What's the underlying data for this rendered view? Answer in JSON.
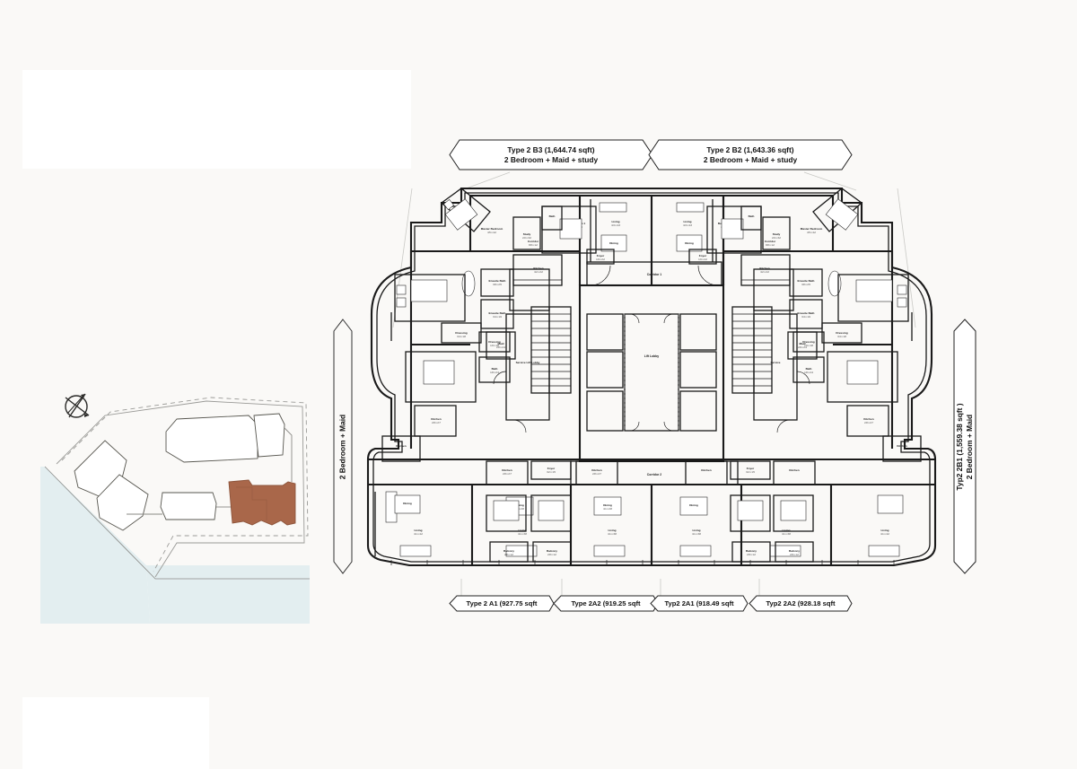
{
  "document": {
    "type": "architectural-floor-plan",
    "background_color": "#faf9f7",
    "ink_color": "#111111",
    "highlight_color": "#a9674a",
    "water_color": "#e3eef0"
  },
  "unit_tags": {
    "top": [
      {
        "id": "type-2-b3",
        "line1": "Type 2 B3 (1,644.74 sqft)",
        "line2": "2 Bedroom + Maid + study",
        "shape": "hexagon"
      },
      {
        "id": "type-2-b2",
        "line1": "Type 2 B2 (1,643.36 sqft)",
        "line2": "2 Bedroom + Maid + study",
        "shape": "hexagon"
      }
    ],
    "bottom": [
      {
        "id": "type-2-a1",
        "label": "Type 2 A1 (927.75 sqft"
      },
      {
        "id": "type-2a2",
        "label": "Type 2A2 (919.25 sqft"
      },
      {
        "id": "typ2-2a1",
        "label": "Typ2 2A1 (918.49 sqft"
      },
      {
        "id": "typ2-2a2",
        "label": "Typ2 2A2 (928.18 sqft"
      }
    ],
    "left": {
      "id": "left-unit-tag",
      "line1": "2 Bedroom + Maid"
    },
    "right": {
      "id": "typ2-2b1",
      "line1": "Typ2 2B1 (1,559.38 sqft )",
      "line2": "2 Bedroom + Maid"
    }
  },
  "sitemap": {
    "title": "key-plan",
    "north_arrow": "N",
    "highlighted_building": "selected-tower",
    "buildings": 6
  },
  "rooms": {
    "core": [
      {
        "name": "Lift Lobby"
      },
      {
        "name": "Service Lift Lobby"
      },
      {
        "name": "Corridor 1"
      },
      {
        "name": "Corridor 2"
      }
    ],
    "typical": [
      {
        "name": "Master Bedroom",
        "dims": "4.5 x 4.2"
      },
      {
        "name": "Master Bedroom",
        "dims": "5.0 x 3.8"
      },
      {
        "name": "Bedroom 1",
        "dims": "4.3 x 3.9"
      },
      {
        "name": "Bedroom",
        "dims": "3.5 x 4.3"
      },
      {
        "name": "Study",
        "dims": "2.0 x 3.2"
      },
      {
        "name": "Ensuite Bath",
        "dims": "3.8 x 2.5"
      },
      {
        "name": "Ensuite Bath",
        "dims": "3.4 x 1.9"
      },
      {
        "name": "Bath",
        "dims": "1.8 x 2.4"
      },
      {
        "name": "Dressing",
        "dims": "3.4 x 1.8"
      },
      {
        "name": "Dressing",
        "dims": "1.9 x 1.8"
      },
      {
        "name": "Kitchen",
        "dims": "4.2 x 2.2"
      },
      {
        "name": "Kitchen",
        "dims": "2.8 x 2.7"
      },
      {
        "name": "Maid",
        "dims": "2.8 x 2.4"
      },
      {
        "name": "Living",
        "dims": "4.3 x 4.3"
      },
      {
        "name": "Living",
        "dims": "4.1 x 4.2"
      },
      {
        "name": "Living",
        "dims": "4.1 x 3.8"
      },
      {
        "name": "Dining",
        "dims": "4.1 x 2.8"
      },
      {
        "name": "Dining",
        "dims": "3.4 x 2.4"
      },
      {
        "name": "Foyer",
        "dims": "1.9 x 2.2"
      },
      {
        "name": "Foyer",
        "dims": "3.2 x 1.5"
      },
      {
        "name": "Balcony",
        "dims": "2.8 x 1.2"
      },
      {
        "name": "Corridor",
        "dims": "8.8 x 1.2"
      }
    ]
  }
}
